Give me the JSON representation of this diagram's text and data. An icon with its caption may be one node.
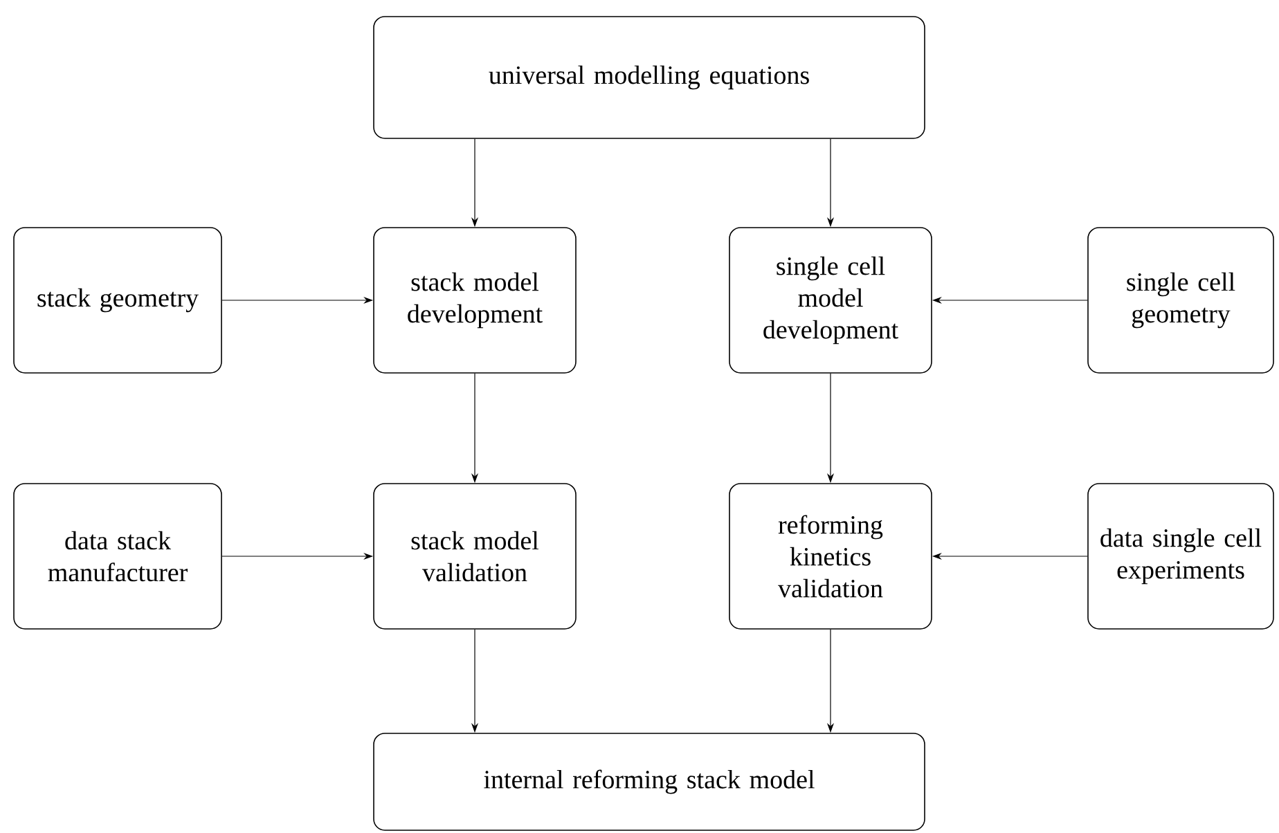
{
  "diagram": {
    "nodes": [
      {
        "text": [
          "universal modelling equations"
        ]
      },
      {
        "text": [
          "stack geometry"
        ]
      },
      {
        "text": [
          "stack model development"
        ]
      },
      {
        "text": [
          "single cell model development"
        ]
      },
      {
        "text": [
          "single cell geometry"
        ]
      },
      {
        "text": [
          "data stack manufacturer"
        ]
      },
      {
        "text": [
          "stack model validation"
        ]
      },
      {
        "text": [
          "reforming kinetics validation"
        ]
      },
      {
        "text": [
          "data single cell experiments"
        ]
      },
      {
        "text": [
          "internal reforming stack model"
        ]
      }
    ],
    "edges": [
      {
        "from": 0,
        "to": 2,
        "arrow": "to"
      },
      {
        "from": 0,
        "to": 3,
        "arrow": "to"
      },
      {
        "from": 1,
        "to": 2,
        "arrow": "to"
      },
      {
        "from": 4,
        "to": 3,
        "arrow": "to"
      },
      {
        "from": 2,
        "to": 6,
        "arrow": "to"
      },
      {
        "from": 3,
        "to": 7,
        "arrow": "to"
      },
      {
        "from": 5,
        "to": 6,
        "arrow": "to"
      },
      {
        "from": 8,
        "to": 7,
        "arrow": "to"
      },
      {
        "from": 6,
        "to": 9,
        "arrow": "to"
      },
      {
        "from": 7,
        "to": 9,
        "arrow": "to"
      }
    ]
  }
}
